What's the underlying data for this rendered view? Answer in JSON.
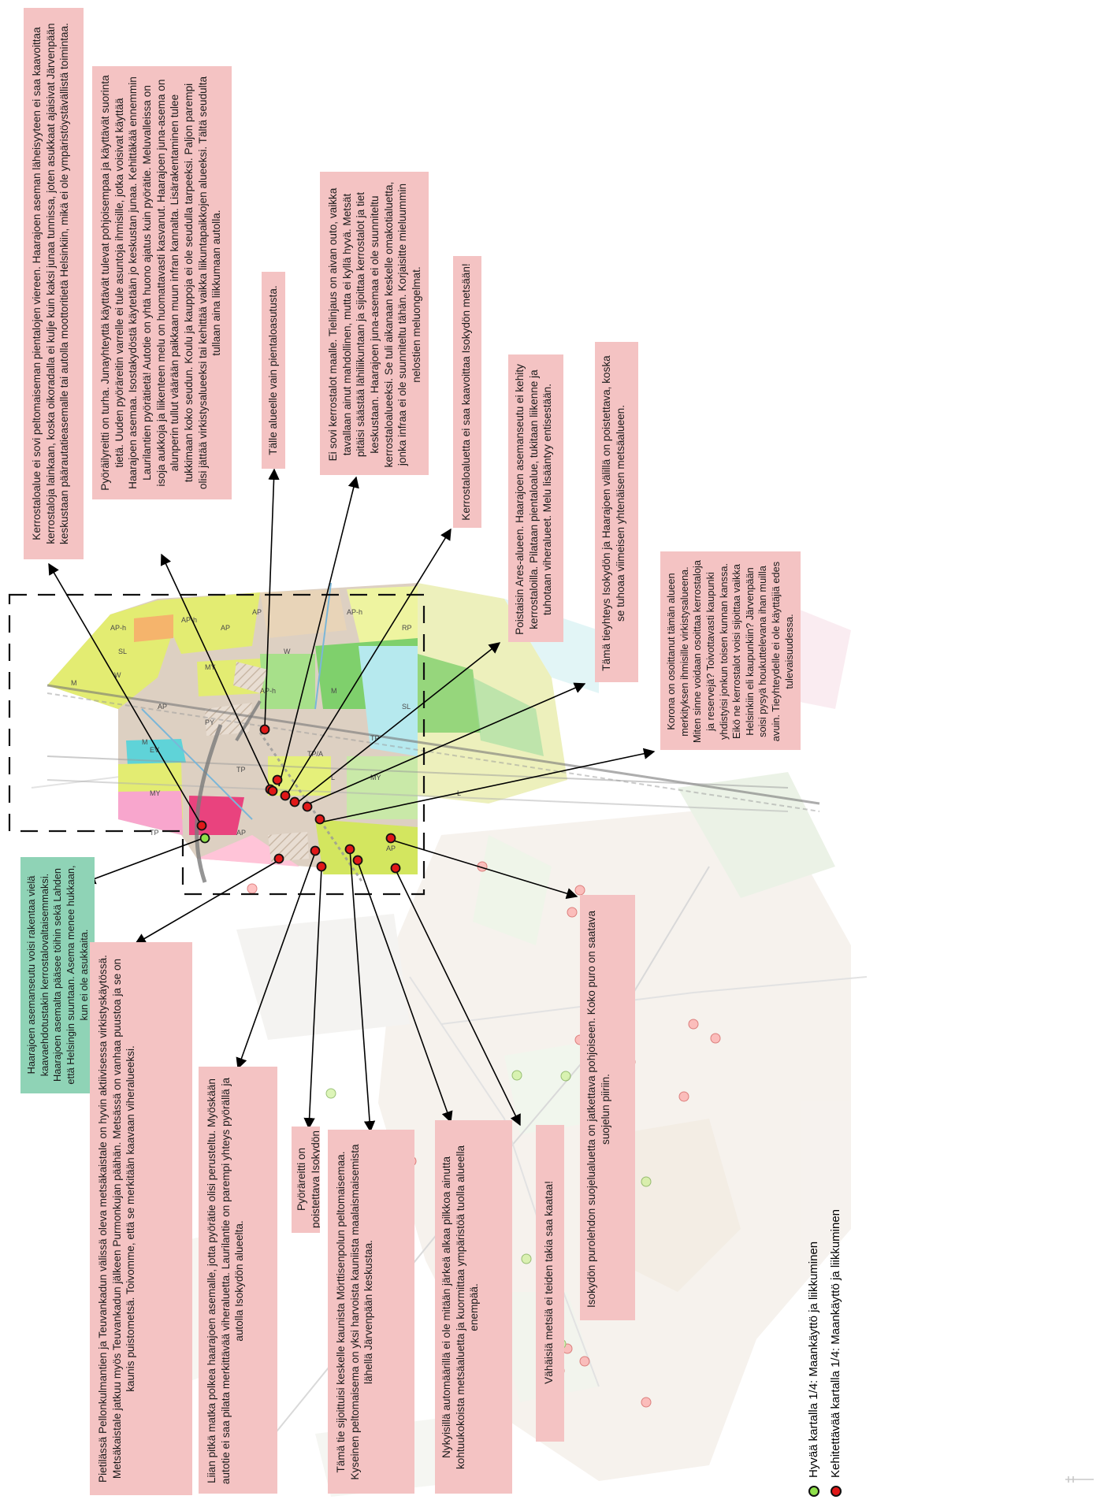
{
  "legend": {
    "good": {
      "label": "Hyvää kartalla 1/4: Maankäyttö ja liikkuminen",
      "color": "#8fe04a"
    },
    "develop": {
      "label": "Kehitettävää kartalla 1/4: Maankäyttö ja liikkuminen",
      "color": "#e01818"
    }
  },
  "map_labels": [
    "AP",
    "AP",
    "AP",
    "AP",
    "AP",
    "AP-h",
    "AP-h",
    "AP-h",
    "AP-h",
    "M",
    "M",
    "M",
    "MY",
    "MY",
    "MY",
    "TP",
    "TP",
    "TP",
    "EV",
    "SL",
    "SL",
    "RP",
    "PY",
    "W",
    "W",
    "L",
    "L",
    "TP/A"
  ],
  "comments": [
    {
      "text": "Kerrostaloalue ei sovi peltomaiseman pientalojen viereen. Haarajoen aseman läheisyyteen ei saa kaavoittaa kerrostaloja lainkaan, koska oikoradalla ei kulje kuin kaksi junaa tunnissa, joten asukkaat ajaisivat Järvenpään keskustaan päärautatieasemalle tai autolla moottoritietä Helsinkiin, mikä ei ole ympäristöystävällistä toimintaa."
    },
    {
      "text": "Pyöräilyreitti on turha. Junayhteyttä käyttävät tulevat pohjoisempaa ja käyttävät suorinta tietä. Uuden pyöräreitin varrelle ei tule asuntoja ihmisille, jotka voisivat käyttää Haarajoen asemaa. Isostakydöstä käytetään jo keskustan junaa. Kehittäkää ennemmin Laurilantien pyörätietä! Autotie on yhtä huono ajatus kuin pyörätie. Meluvalleissa on isoja aukkoja ja liikenteen melu on huomattavasti kasvanut. Haarajoen juna-asema on alunperin tullut väärään paikkaan muun infran kannalta. Lisärakentaminen tulee tukkimaan koko seudun. Koulu ja kauppoja ei ole seudulla tarpeeksi. Paljon parempi olisi jättää virkistysalueeksi tai kehittää vaikka liikuntapaikkojen alueeksi. Tältä seudulta tullaan aina liikkumaan autolla."
    },
    {
      "text": "Tälle alueelle vain pientaloasutusta."
    },
    {
      "text": "Ei sovi kerrostalot maalle. Tielinjaus on aivan outo, vaikka tavallaan ainut mahdollinen, mutta ei kyllä hyvä. Metsät pitäisi säästää lähiliikuntaan ja sijoittaa kerrostalot ja tiet keskustaan. Haarajoen juna-asemaa ei ole suunniteltu kerrostaloalueeksi. Se tuli aikanaan keskelle omakotialuetta, jonka infraa ei ole suunniteltu tähän. Korjaisitte mieluummin nelostien meluongelmat."
    },
    {
      "text": "Kerrostaloaluetta ei saa kaavoittaa Isokydön metsään!"
    },
    {
      "text": "Poistaisin Ares-alueen. Haarajoen asemanseutu ei kehity kerrostaloilla. Pilataan pientaloalue, tukitaan liikenne ja tuhotaan viheralueet. Melu lisääntyy entisestään."
    },
    {
      "text": "Tämä tieyhteys Isokydön ja Haarajoen välillä on poistettava, koska se tuhoaa viimeisen yhtenäisen metsäalueen."
    },
    {
      "text": "Korona on osoittanut tämän alueen merkityksen ihmisille virkistysalueena. Miten sinne voidaan osoittaa kerrostaloja ja reservejä? Toivottavasti kaupunki yhdistyisi jonkun toisen kunnan kanssa. Eikö ne kerrostalot voisi sijoittaa vaikka Helsinkiin eli kaupunkiin? Järvenpään soisi pysyä houkuttelevana ihan muilla avuin. Tieyhteydelle ei ole käyttäjiä edes tulevaisuudessa."
    },
    {
      "text": "Haarajoen asemanseutu voisi rakentaa vielä kaavaehdotustakin kerrostalovaltaisemmaksi. Haarajoen asemalta pääsee töihin sekä Lahden että Helsingin suuntaan. Asema menee hukkaan, kun ei ole asukkaita."
    },
    {
      "text": "Pietilässä Pellonkulmantien ja Teuvankadun välissä oleva metsäkaistale on hyvin aktiivisessa virkistyskäytössä. Metsäkaistale jatkuu myös Teuvankadun jälkeen Purmonkujan päähän. Metsässä on vanhaa puustoa ja se on kaunis puistometsä. Toivomme, että se merkitään kaavaan viheralueeksi."
    },
    {
      "text": "Liian pitkä matka polkea haarajoen asemalle, jotta pyörätie olisi perusteltu. Myöskään autotie ei saa pilata merkittävää viheraluetta. Laurilantie on parempi yhteys pyörällä ja autolla Isokydön alueelta."
    },
    {
      "text": "Pyöräreitti on poistettava Isokydön metsästä."
    },
    {
      "text": "Tämä tie sijoittuisi keskelle kaunista Mörttisenpolun peltomaisemaa. Kyseinen peltomaisema on yksi harvoista kauniista maalaismaisemista lähellä Järvenpään keskustaa."
    },
    {
      "text": "Nykyisillä automäärillä ei ole mitään järkeä alkaa pilkkoa ainutta kohtuukokoista metsäaluetta ja kuormittaa ympäristöä tuolla alueella enempää."
    },
    {
      "text": "Vähäisiä metsiä ei teiden takia saa kaataa!"
    },
    {
      "text": "Isokydön purolehdon suojelualuetta on jatkettava pohjoiseen. Koko puro on saatava suojelun piiriin."
    }
  ]
}
